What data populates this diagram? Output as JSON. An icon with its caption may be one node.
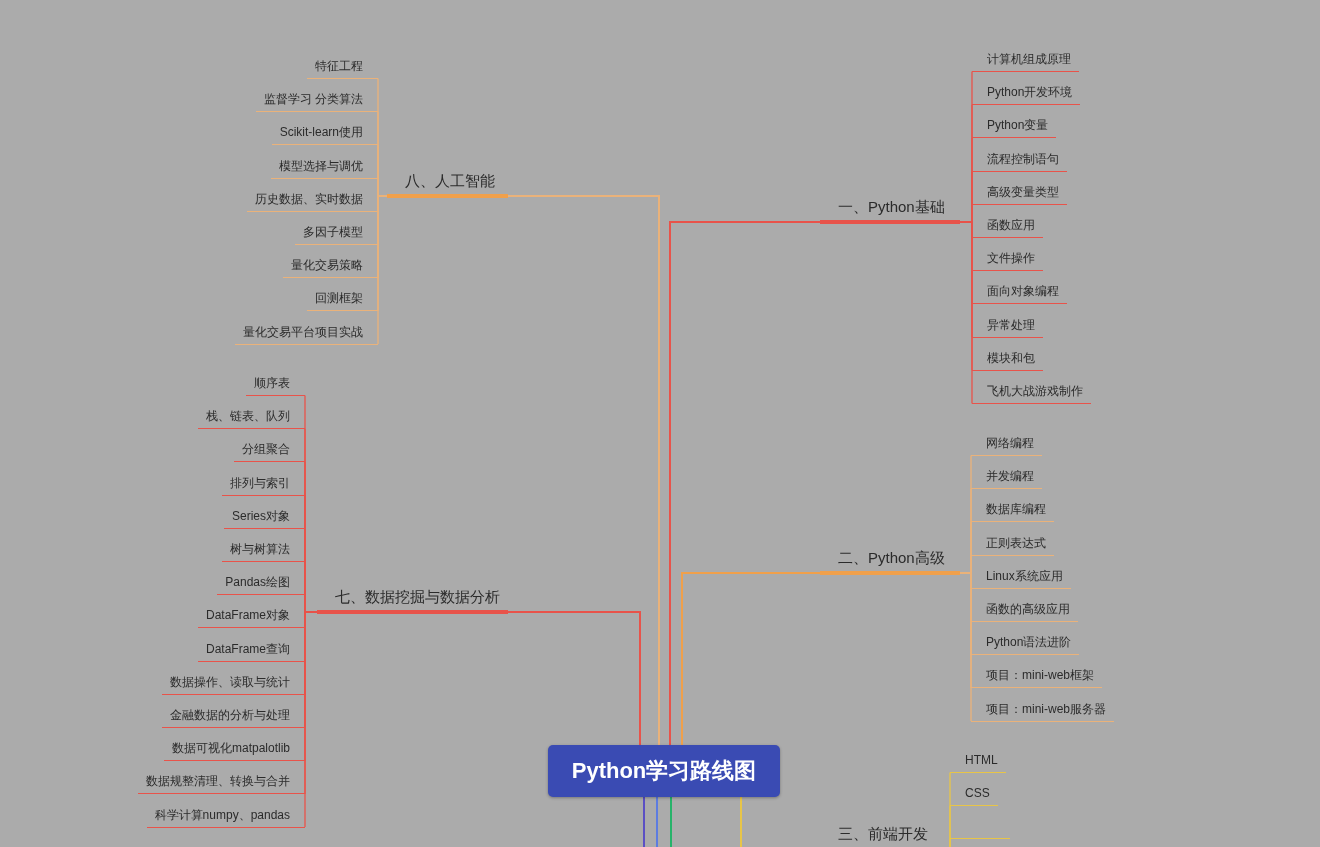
{
  "diagram": {
    "nodes": [
      {
        "text": [
          "Python学习路线图"
        ]
      },
      {
        "text": [
          "一、Python基础"
        ]
      },
      {
        "text": [
          "计算机组成原理"
        ]
      },
      {
        "text": [
          "Python开发环境"
        ]
      },
      {
        "text": [
          "Python变量"
        ]
      },
      {
        "text": [
          "流程控制语句"
        ]
      },
      {
        "text": [
          "高级变量类型"
        ]
      },
      {
        "text": [
          "函数应用"
        ]
      },
      {
        "text": [
          "文件操作"
        ]
      },
      {
        "text": [
          "面向对象编程"
        ]
      },
      {
        "text": [
          "异常处理"
        ]
      },
      {
        "text": [
          "模块和包"
        ]
      },
      {
        "text": [
          "飞机大战游戏制作"
        ]
      },
      {
        "text": [
          "二、Python高级"
        ]
      },
      {
        "text": [
          "网络编程"
        ]
      },
      {
        "text": [
          "并发编程"
        ]
      },
      {
        "text": [
          "数据库编程"
        ]
      },
      {
        "text": [
          "正则表达式"
        ]
      },
      {
        "text": [
          "Linux系统应用"
        ]
      },
      {
        "text": [
          "函数的高级应用"
        ]
      },
      {
        "text": [
          "Python语法进阶"
        ]
      },
      {
        "text": [
          "项目：mini-web框架"
        ]
      },
      {
        "text": [
          "项目：mini-web服务器"
        ]
      },
      {
        "text": [
          "三、前端开发"
        ]
      },
      {
        "text": [
          "HTML"
        ]
      },
      {
        "text": [
          "CSS"
        ]
      },
      {
        "text": [],
        "shape": "bar"
      },
      {
        "text": [
          "七、数据挖掘与数据分析"
        ]
      },
      {
        "text": [
          "顺序表"
        ]
      },
      {
        "text": [
          "栈、链表、队列"
        ]
      },
      {
        "text": [
          "分组聚合"
        ]
      },
      {
        "text": [
          "排列与索引"
        ]
      },
      {
        "text": [
          "Series对象"
        ]
      },
      {
        "text": [
          "树与树算法"
        ]
      },
      {
        "text": [
          "Pandas绘图"
        ]
      },
      {
        "text": [
          "DataFrame对象"
        ]
      },
      {
        "text": [
          "DataFrame查询"
        ]
      },
      {
        "text": [
          "数据操作、读取与统计"
        ]
      },
      {
        "text": [
          "金融数据的分析与处理"
        ]
      },
      {
        "text": [
          "数据可视化matpalotlib"
        ]
      },
      {
        "text": [
          "数据规整清理、转换与合并"
        ]
      },
      {
        "text": [
          "科学计算numpy、pandas"
        ]
      },
      {
        "text": [
          "八、人工智能"
        ]
      },
      {
        "text": [
          "特征工程"
        ]
      },
      {
        "text": [
          "监督学习 分类算法"
        ]
      },
      {
        "text": [
          "Scikit-learn使用"
        ]
      },
      {
        "text": [
          "模型选择与调优"
        ]
      },
      {
        "text": [
          "历史数据、实时数据"
        ]
      },
      {
        "text": [
          "多因子模型"
        ]
      },
      {
        "text": [
          "量化交易策略"
        ]
      },
      {
        "text": [
          "回测框架"
        ]
      },
      {
        "text": [
          "量化交易平台项目实战"
        ]
      }
    ],
    "edges": [
      {
        "from": 0,
        "to": 1,
        "arrow": "none",
        "color": "#e8534a"
      },
      {
        "from": 0,
        "to": 13,
        "arrow": "none",
        "color": "#f0a04b"
      },
      {
        "from": 0,
        "to": 23,
        "arrow": "none",
        "color": "#e8c547"
      },
      {
        "from": 0,
        "to": 27,
        "arrow": "none",
        "color": "#e8534a"
      },
      {
        "from": 0,
        "to": 42,
        "arrow": "none",
        "color": "#eab27a"
      },
      {
        "from": 0,
        "to": null,
        "arrow": "none",
        "color": "#5b4fc4"
      },
      {
        "from": 0,
        "to": null,
        "arrow": "none",
        "color": "#5d7ce0"
      },
      {
        "from": 0,
        "to": null,
        "arrow": "none",
        "color": "#27b36a"
      },
      {
        "from": 1,
        "to": 2,
        "arrow": "none",
        "color": "#e8534a"
      },
      {
        "from": 1,
        "to": 3,
        "arrow": "none",
        "color": "#e8534a"
      },
      {
        "from": 1,
        "to": 4,
        "arrow": "none",
        "color": "#e8534a"
      },
      {
        "from": 1,
        "to": 5,
        "arrow": "none",
        "color": "#e8534a"
      },
      {
        "from": 1,
        "to": 6,
        "arrow": "none",
        "color": "#e8534a"
      },
      {
        "from": 1,
        "to": 7,
        "arrow": "none",
        "color": "#e8534a"
      },
      {
        "from": 1,
        "to": 8,
        "arrow": "none",
        "color": "#e8534a"
      },
      {
        "from": 1,
        "to": 9,
        "arrow": "none",
        "color": "#e8534a"
      },
      {
        "from": 1,
        "to": 10,
        "arrow": "none",
        "color": "#e8534a"
      },
      {
        "from": 1,
        "to": 11,
        "arrow": "none",
        "color": "#e8534a"
      },
      {
        "from": 1,
        "to": 12,
        "arrow": "none",
        "color": "#e8534a"
      },
      {
        "from": 13,
        "to": 14,
        "arrow": "none",
        "color": "#eab27a"
      },
      {
        "from": 13,
        "to": 15,
        "arrow": "none",
        "color": "#eab27a"
      },
      {
        "from": 13,
        "to": 16,
        "arrow": "none",
        "color": "#eab27a"
      },
      {
        "from": 13,
        "to": 17,
        "arrow": "none",
        "color": "#eab27a"
      },
      {
        "from": 13,
        "to": 18,
        "arrow": "none",
        "color": "#eab27a"
      },
      {
        "from": 13,
        "to": 19,
        "arrow": "none",
        "color": "#eab27a"
      },
      {
        "from": 13,
        "to": 20,
        "arrow": "none",
        "color": "#eab27a"
      },
      {
        "from": 13,
        "to": 21,
        "arrow": "none",
        "color": "#eab27a"
      },
      {
        "from": 13,
        "to": 22,
        "arrow": "none",
        "color": "#eab27a"
      },
      {
        "from": 23,
        "to": 24,
        "arrow": "none",
        "color": "#e8c547"
      },
      {
        "from": 23,
        "to": 25,
        "arrow": "none",
        "color": "#e8c547"
      },
      {
        "from": 23,
        "to": 26,
        "arrow": "none",
        "color": "#e8c547"
      },
      {
        "from": 27,
        "to": 28,
        "arrow": "none",
        "color": "#e8534a"
      },
      {
        "from": 27,
        "to": 29,
        "arrow": "none",
        "color": "#e8534a"
      },
      {
        "from": 27,
        "to": 30,
        "arrow": "none",
        "color": "#e8534a"
      },
      {
        "from": 27,
        "to": 31,
        "arrow": "none",
        "color": "#e8534a"
      },
      {
        "from": 27,
        "to": 32,
        "arrow": "none",
        "color": "#e8534a"
      },
      {
        "from": 27,
        "to": 33,
        "arrow": "none",
        "color": "#e8534a"
      },
      {
        "from": 27,
        "to": 34,
        "arrow": "none",
        "color": "#e8534a"
      },
      {
        "from": 27,
        "to": 35,
        "arrow": "none",
        "color": "#e8534a"
      },
      {
        "from": 27,
        "to": 36,
        "arrow": "none",
        "color": "#e8534a"
      },
      {
        "from": 27,
        "to": 37,
        "arrow": "none",
        "color": "#e8534a"
      },
      {
        "from": 27,
        "to": 38,
        "arrow": "none",
        "color": "#e8534a"
      },
      {
        "from": 27,
        "to": 39,
        "arrow": "none",
        "color": "#e8534a"
      },
      {
        "from": 27,
        "to": 40,
        "arrow": "none",
        "color": "#e8534a"
      },
      {
        "from": 27,
        "to": 41,
        "arrow": "none",
        "color": "#e8534a"
      },
      {
        "from": 42,
        "to": 43,
        "arrow": "none",
        "color": "#eab27a"
      },
      {
        "from": 42,
        "to": 44,
        "arrow": "none",
        "color": "#eab27a"
      },
      {
        "from": 42,
        "to": 45,
        "arrow": "none",
        "color": "#eab27a"
      },
      {
        "from": 42,
        "to": 46,
        "arrow": "none",
        "color": "#eab27a"
      },
      {
        "from": 42,
        "to": 47,
        "arrow": "none",
        "color": "#eab27a"
      },
      {
        "from": 42,
        "to": 48,
        "arrow": "none",
        "color": "#eab27a"
      },
      {
        "from": 42,
        "to": 49,
        "arrow": "none",
        "color": "#eab27a"
      },
      {
        "from": 42,
        "to": 50,
        "arrow": "none",
        "color": "#eab27a"
      },
      {
        "from": 42,
        "to": 51,
        "arrow": "none",
        "color": "#eab27a"
      }
    ]
  }
}
